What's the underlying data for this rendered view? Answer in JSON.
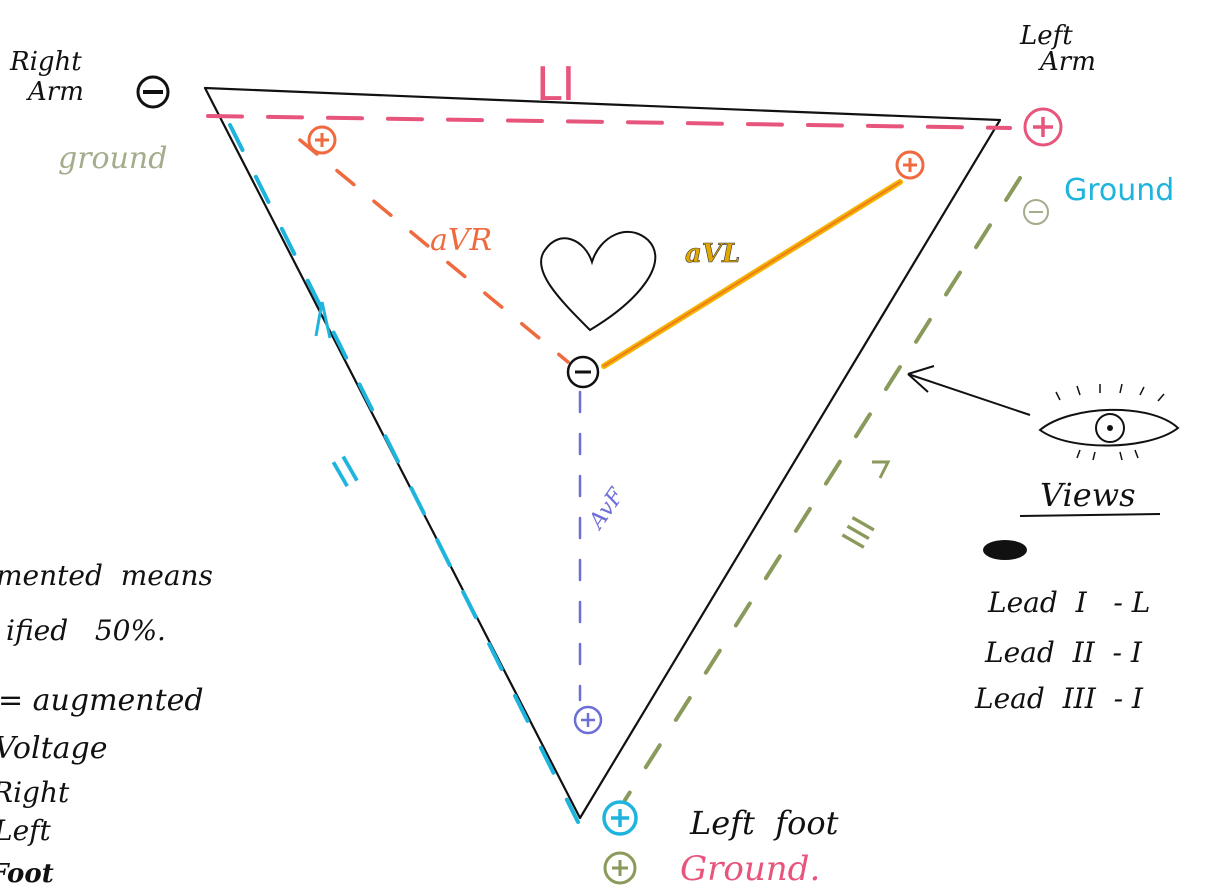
{
  "labels": {
    "right_arm_line1": "Right",
    "right_arm_line2": "Arm",
    "right_ground": "ground",
    "left_arm_line1": "Left",
    "left_arm_line2": "Arm",
    "left_ground": "Ground",
    "lead_i": "LI",
    "avr": "aVR",
    "avl": "aVL",
    "avf": "AvF",
    "lead_ii": "II",
    "lead_iii": "III",
    "left_foot": "Left  foot",
    "foot_ground": "Ground."
  },
  "views": {
    "title": "Views",
    "lines": [
      "Lead  I   - L",
      "Lead  II  - I",
      "Lead  III  - I"
    ]
  },
  "notes": {
    "lines": [
      "mented  means",
      "ified   50%.",
      "= augmented",
      "Voltage",
      "Right",
      "Left",
      "Foot"
    ]
  },
  "signs": {
    "plus": "+",
    "minus": "−"
  },
  "colors": {
    "ink": "#111111",
    "pink": "#e8557c",
    "orange": "#ef6b3f",
    "yellow": "#f2a900",
    "cyan": "#1fb4dd",
    "olive": "#8a9a5b",
    "sage": "#a3ad8c",
    "blue": "#6d6fd8",
    "red": "#e94f3a"
  }
}
